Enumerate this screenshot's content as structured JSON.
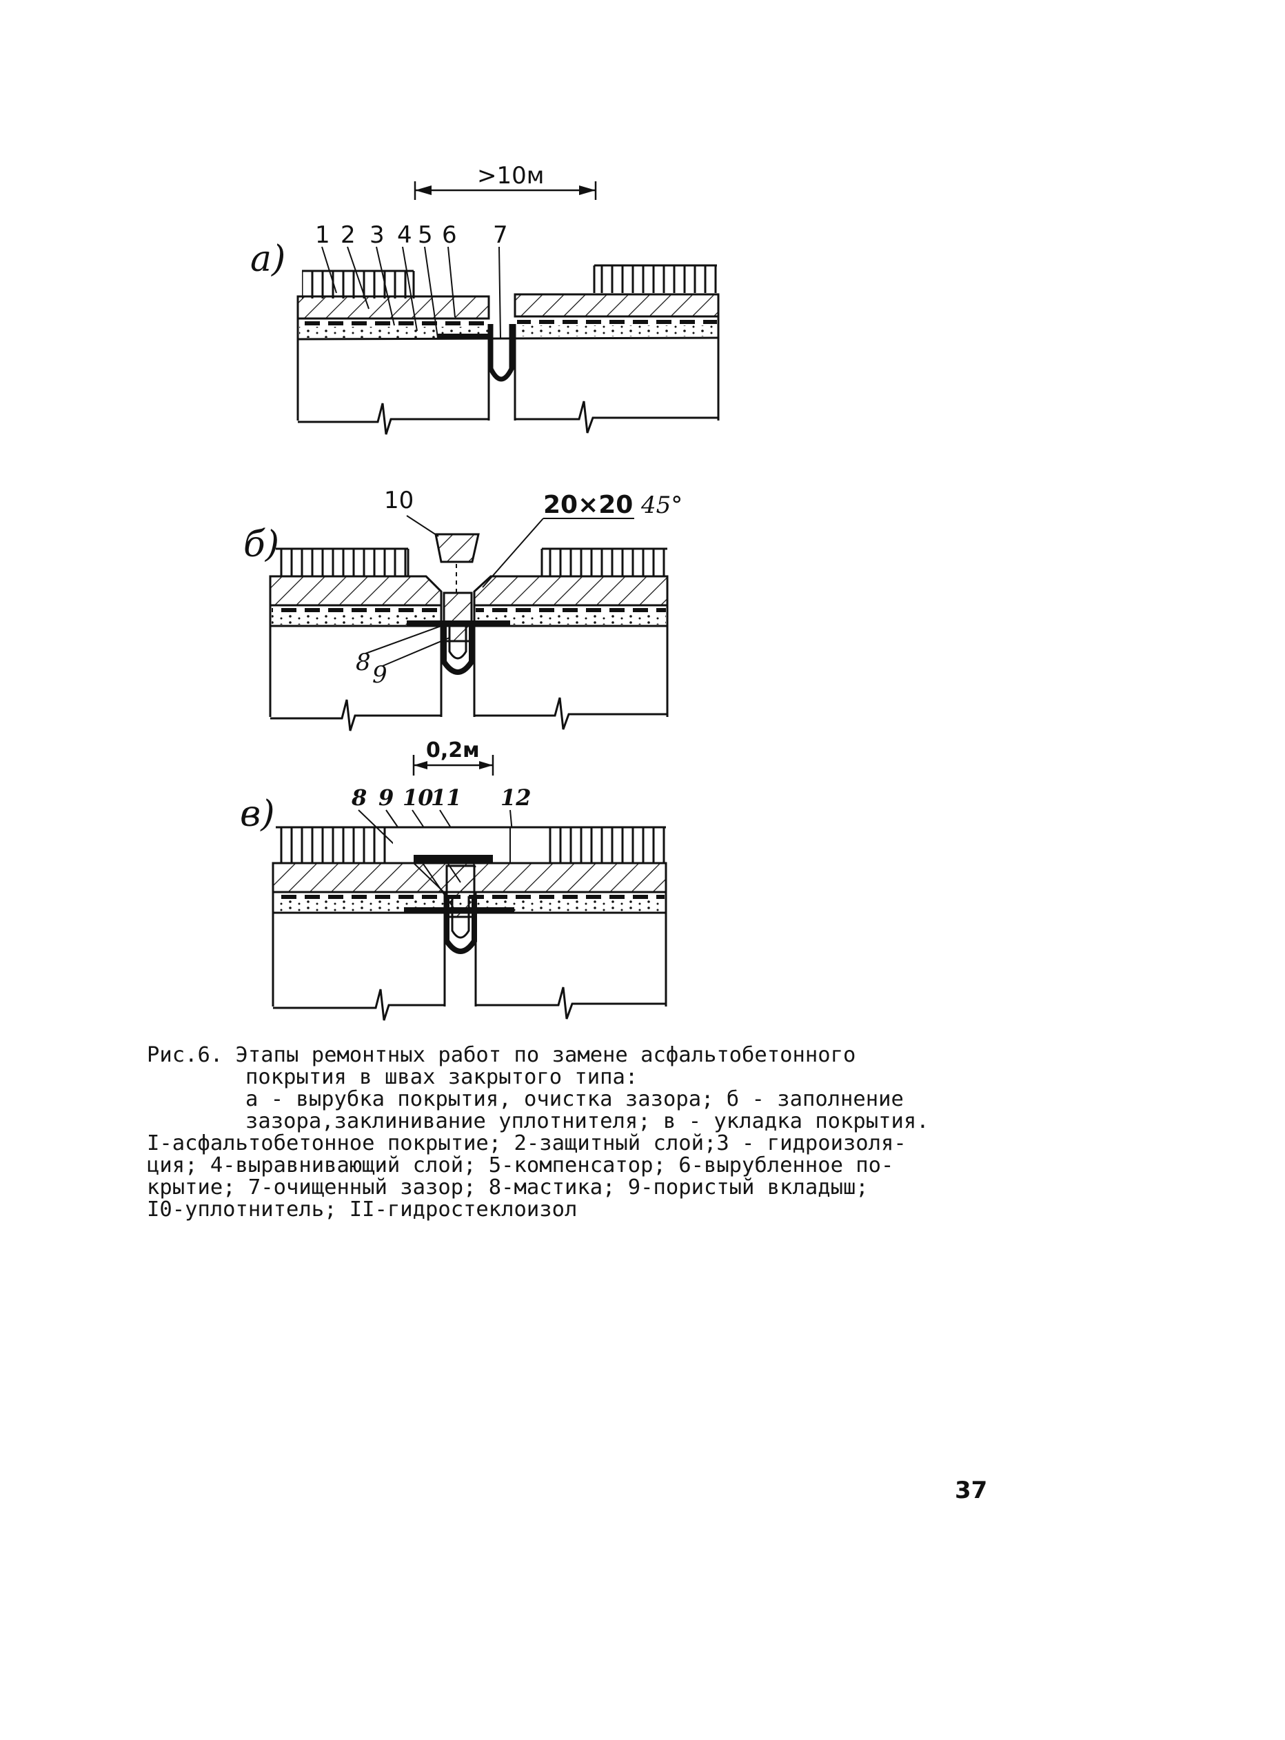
{
  "figure": {
    "panel_a": {
      "label": "а)",
      "dimension": ">10м",
      "callouts": [
        "1",
        "2",
        "3",
        "4",
        "5",
        "6",
        "7"
      ]
    },
    "panel_b": {
      "label": "б)",
      "callout_10": "10",
      "chamfer": "20×20",
      "angle": "45°",
      "callout_8": "8",
      "callout_9": "9"
    },
    "panel_v": {
      "label": "в)",
      "dimension": "0,2м",
      "callouts": [
        "8",
        "9",
        "10",
        "11",
        "12"
      ]
    }
  },
  "caption": {
    "lines": [
      "Рис.6. Этапы ремонтных работ по замене асфальтобетонного",
      "покрытия в швах закрытого типа:",
      "а - вырубка покрытия, очистка зазора; б - заполнение",
      "зазора,заклинивание уплотнителя; в - укладка покрытия.",
      "I-асфальтобетонное покрытие; 2-защитный слой;3 - гидроизоля-",
      "ция; 4-выравнивающий слой; 5-компенсатор; 6-вырубленное по-",
      "крытие; 7-очищенный зазор; 8-мастика; 9-пористый вкладыш;",
      "I0-уплотнитель; II-гидростеклоизол"
    ]
  },
  "page_number": "37"
}
